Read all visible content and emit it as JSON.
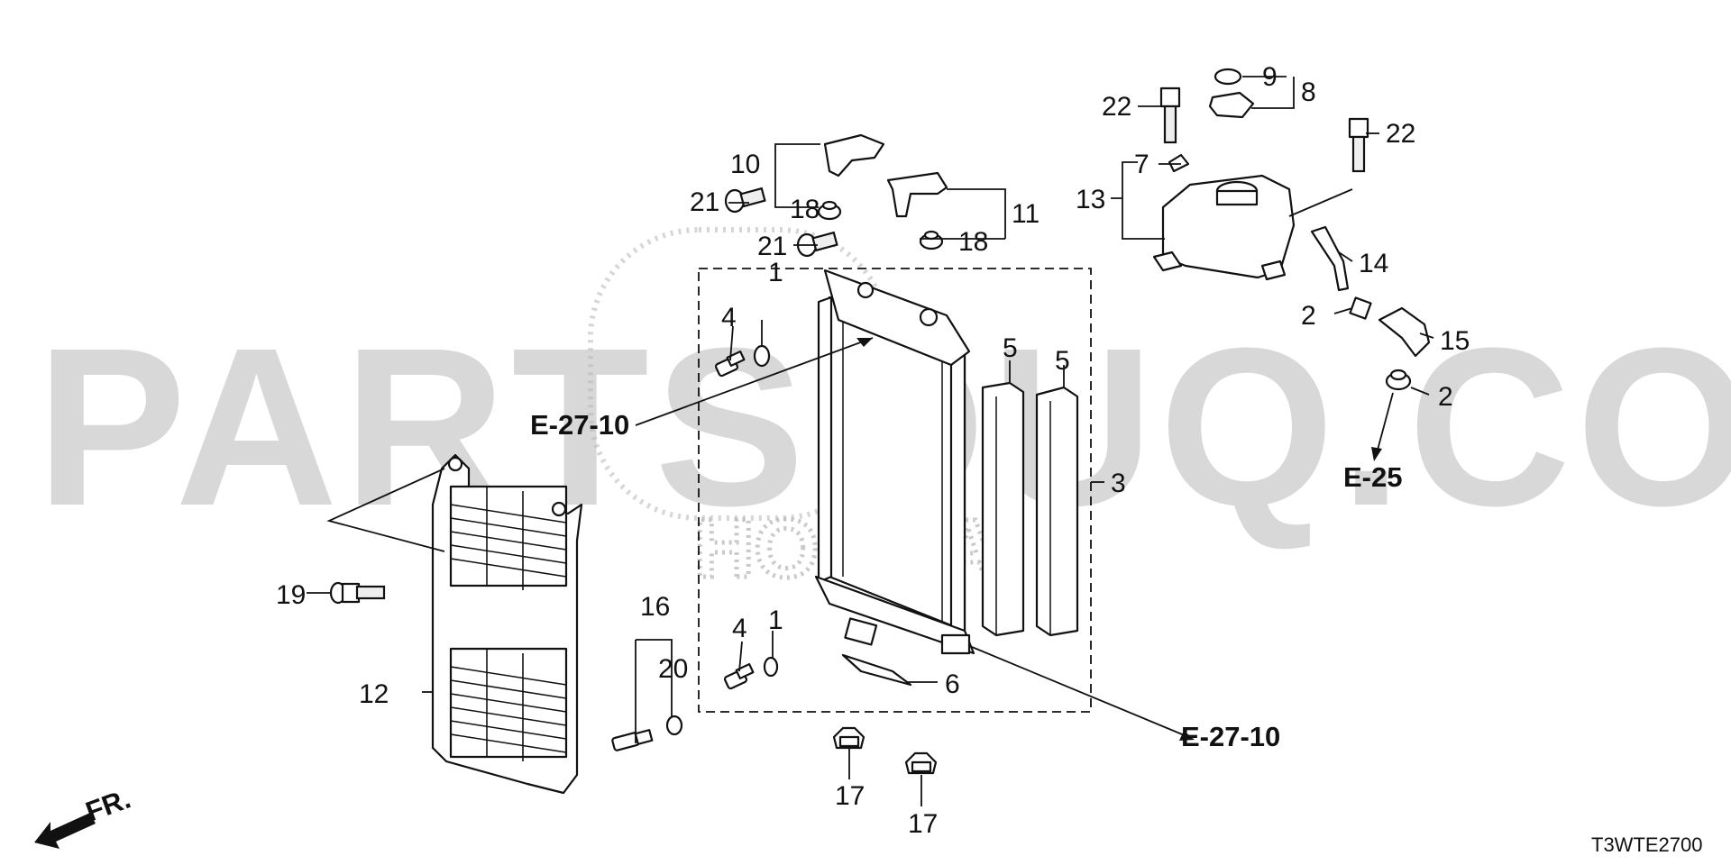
{
  "watermark": {
    "main": "PARTSOUQ.COM",
    "sub": "HONDA"
  },
  "callouts": {
    "n1a": "1",
    "n1b": "1",
    "n2a": "2",
    "n2b": "2",
    "n3": "3",
    "n4a": "4",
    "n4b": "4",
    "n5a": "5",
    "n5b": "5",
    "n6": "6",
    "n7": "7",
    "n8": "8",
    "n9": "9",
    "n10": "10",
    "n11": "11",
    "n12": "12",
    "n13": "13",
    "n14": "14",
    "n15": "15",
    "n16": "16",
    "n17a": "17",
    "n17b": "17",
    "n18a": "18",
    "n18b": "18",
    "n19": "19",
    "n20": "20",
    "n21a": "21",
    "n21b": "21",
    "n22a": "22",
    "n22b": "22"
  },
  "refs": {
    "r1": "E-27-10",
    "r2": "E-25",
    "r3": "E-27-10"
  },
  "front_marker": "FR.",
  "diagram_code": "T3WTE2700"
}
